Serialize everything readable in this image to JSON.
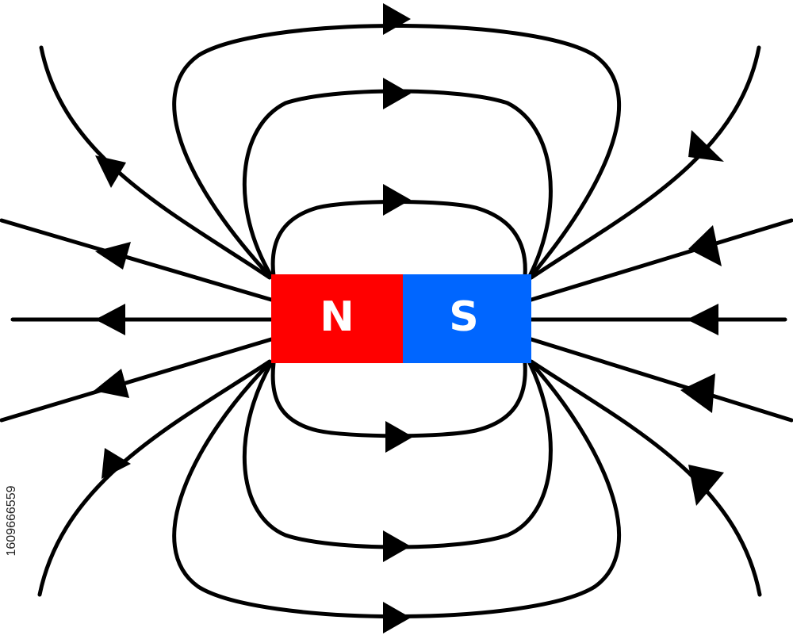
{
  "magnet": {
    "north_label": "N",
    "south_label": "S",
    "north_color": "#ff0000",
    "south_color": "#0066ff"
  },
  "field_line_color": "#000000",
  "icons": [
    "arrowhead-icon"
  ],
  "watermark": {
    "stock_id": "1609666559"
  }
}
